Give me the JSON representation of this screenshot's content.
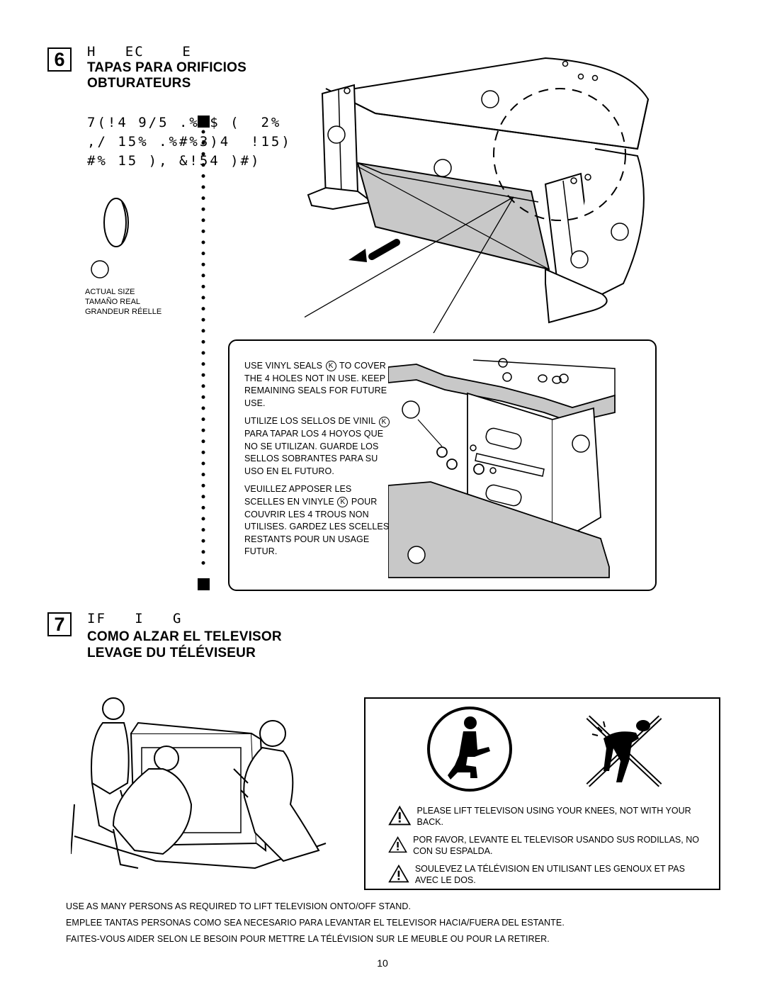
{
  "step6": {
    "number": "6",
    "garbled_title": "H   EC    E",
    "title_es": "TAPAS PARA ORIFICIOS",
    "title_fr": "OBTURATEURS",
    "garbled_body": [
      "7(!4 9/5 .%%$ (  2%",
      ",/ 15% .%#%3)4  !15)",
      "#% 15 ), &!54 )#)"
    ],
    "size_labels": [
      "ACTUAL SIZE",
      "TAMAÑO REAL",
      "GRANDEUR RÉELLE"
    ],
    "callout": {
      "en": [
        "USE VINYL SEALS ",
        "K",
        " TO COVER THE 4 HOLES NOT IN USE.  KEEP REMAINING SEALS FOR FUTURE USE."
      ],
      "es": [
        "UTILIZE LOS SELLOS DE VINIL ",
        "K",
        " PARA TAPAR LOS 4 HOYOS QUE NO SE UTILIZAN. GUARDE LOS SELLOS SOBRANTES PARA SU USO EN EL FUTURO."
      ],
      "fr": [
        "VEUILLEZ APPOSER LES SCELLES EN VINYLE ",
        "K",
        " POUR COUVRIR LES 4 TROUS NON UTILISES. GARDEZ LES SCELLES RESTANTS POUR UN USAGE FUTUR."
      ]
    }
  },
  "step7": {
    "number": "7",
    "garbled_title": "IF   I   G",
    "title_es": "COMO ALZAR EL TELEVISOR",
    "title_fr": "LEVAGE DU TÉLÉVISEUR",
    "warnings": [
      "PLEASE LIFT TELEVISON USING YOUR KNEES, NOT WITH YOUR BACK.",
      "POR FAVOR, LEVANTE EL TELEVISOR USANDO SUS RODILLAS, NO CON SU ESPALDA.",
      "SOULEVEZ LA TÉLÉVISION EN UTILISANT LES GENOUX ET PAS AVEC LE DOS."
    ],
    "notes": [
      "USE AS MANY PERSONS AS REQUIRED TO LIFT TELEVISION ONTO/OFF STAND.",
      "EMPLEE TANTAS PERSONAS COMO SEA NECESARIO PARA LEVANTAR EL TELEVISOR HACIA/FUERA DEL ESTANTE.",
      "FAITES-VOUS AIDER SELON LE BESOIN POUR METTRE LA TÉLÉVISION SUR LE MEUBLE OU POUR LA RETIRER."
    ]
  },
  "page_number": "10",
  "colors": {
    "ink": "#000000",
    "shade": "#c8c8c8",
    "paper": "#ffffff"
  }
}
